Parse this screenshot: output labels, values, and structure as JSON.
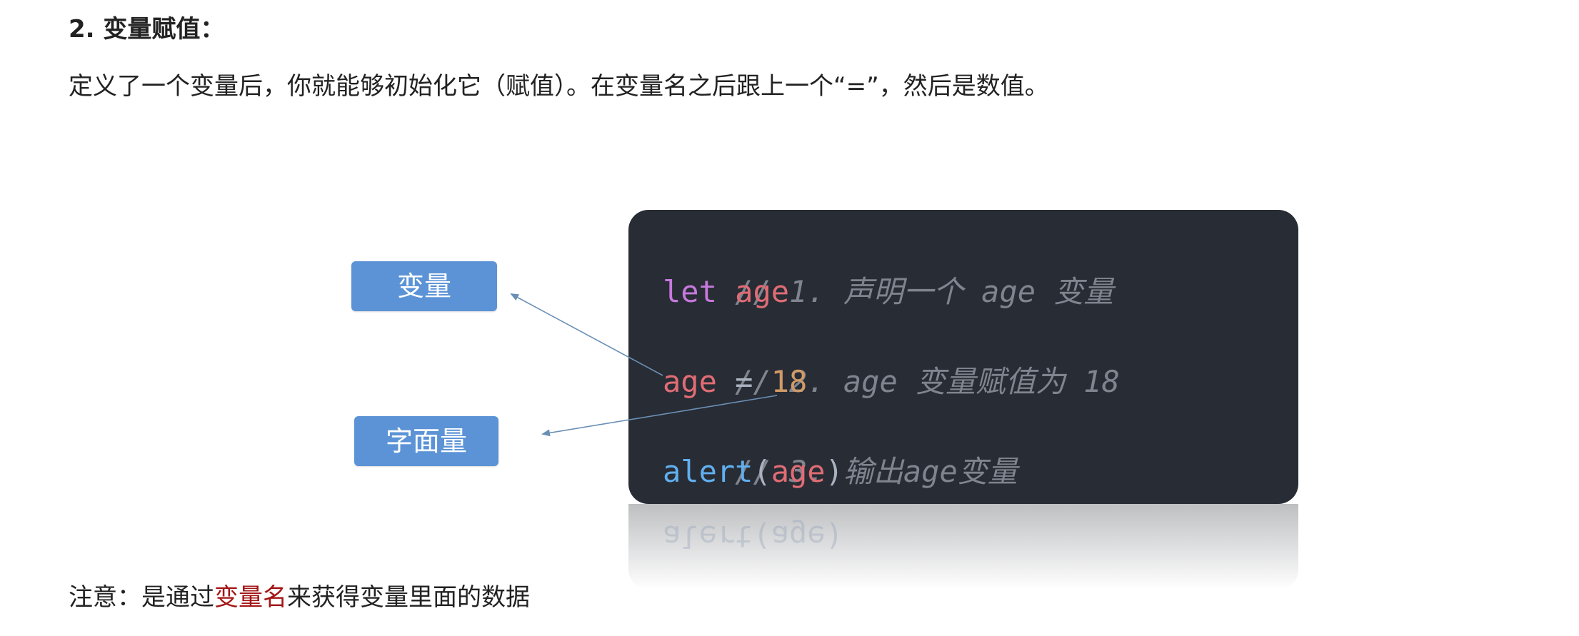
{
  "heading": "2. 变量赋值：",
  "intro": "定义了一个变量后，你就能够初始化它（赋值）。在变量名之后跟上一个“=”，然后是数值。",
  "labels": {
    "variable": "变量",
    "literal": "字面量"
  },
  "code": {
    "line1_comment": "// 1. 声明一个 age 变量",
    "line2_keyword": "let",
    "line2_space": " ",
    "line2_var": "age",
    "line3_comment": "// 2. age 变量赋值为 18",
    "line4_var": "age",
    "line4_op": " = ",
    "line4_num": "18",
    "line5_comment": "// 3. 输出age变量",
    "line6_fn": "alert",
    "line6_open": "(",
    "line6_arg": "age",
    "line6_close": ")"
  },
  "reflection_text": "alert(age)",
  "note": {
    "prefix": "注意：是通过",
    "highlight": "变量名",
    "suffix": "来获得变量里面的数据"
  },
  "colors": {
    "label_bg": "#5b93d6",
    "code_bg": "#282c34",
    "comment": "#7f848e",
    "keyword": "#c678dd",
    "variable": "#e06c75",
    "number": "#d19a66",
    "function": "#61afef",
    "note_highlight": "#a31515",
    "arrow": "#6a8fb5"
  }
}
